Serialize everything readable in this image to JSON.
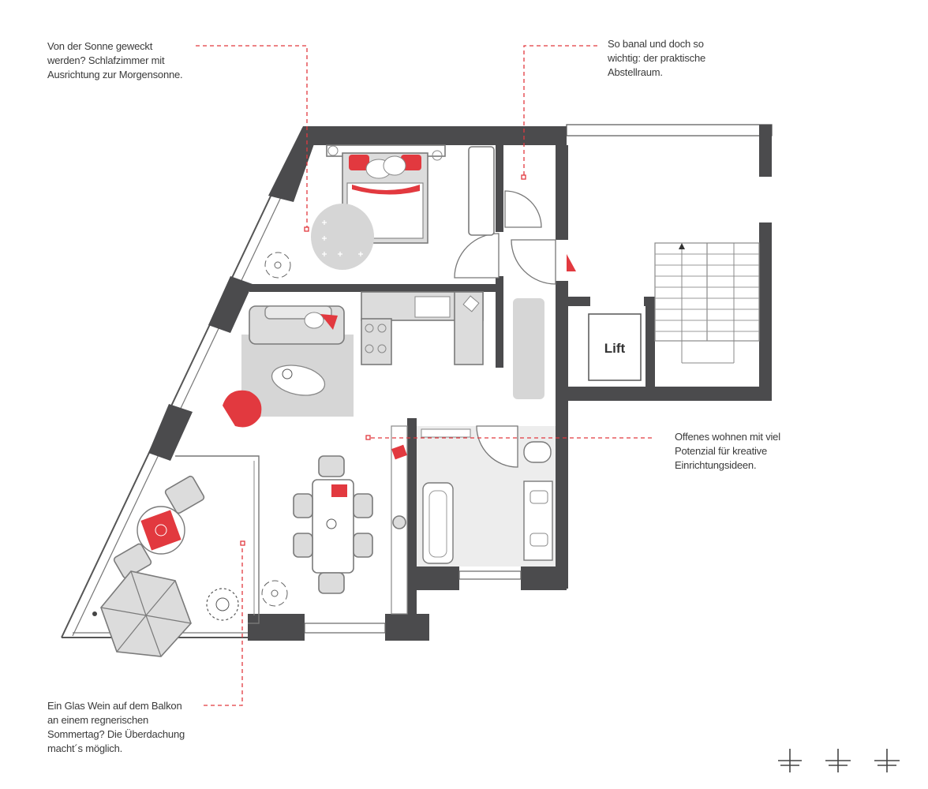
{
  "annotations": {
    "bedroom": [
      "Von der Sonne geweckt",
      "werden? Schlafzimmer mit",
      "Ausrichtung zur Morgensonne."
    ],
    "storage": [
      "So banal und doch so",
      "wichtig: der praktische",
      "Abstellraum."
    ],
    "living": [
      "Offenes wohnen mit viel",
      "Potenzial für kreative",
      "Einrichtungsideen."
    ],
    "balcony": [
      "Ein Glas Wein auf dem Balkon",
      "an einem regnerischen",
      "Sommertag? Die Überdachung",
      "macht´s möglich."
    ]
  },
  "rooms": {
    "lift_label": "Lift"
  },
  "colors": {
    "accent": "#e2393f",
    "wall": "#4b4b4d",
    "furniture": "#dcdcdc"
  }
}
